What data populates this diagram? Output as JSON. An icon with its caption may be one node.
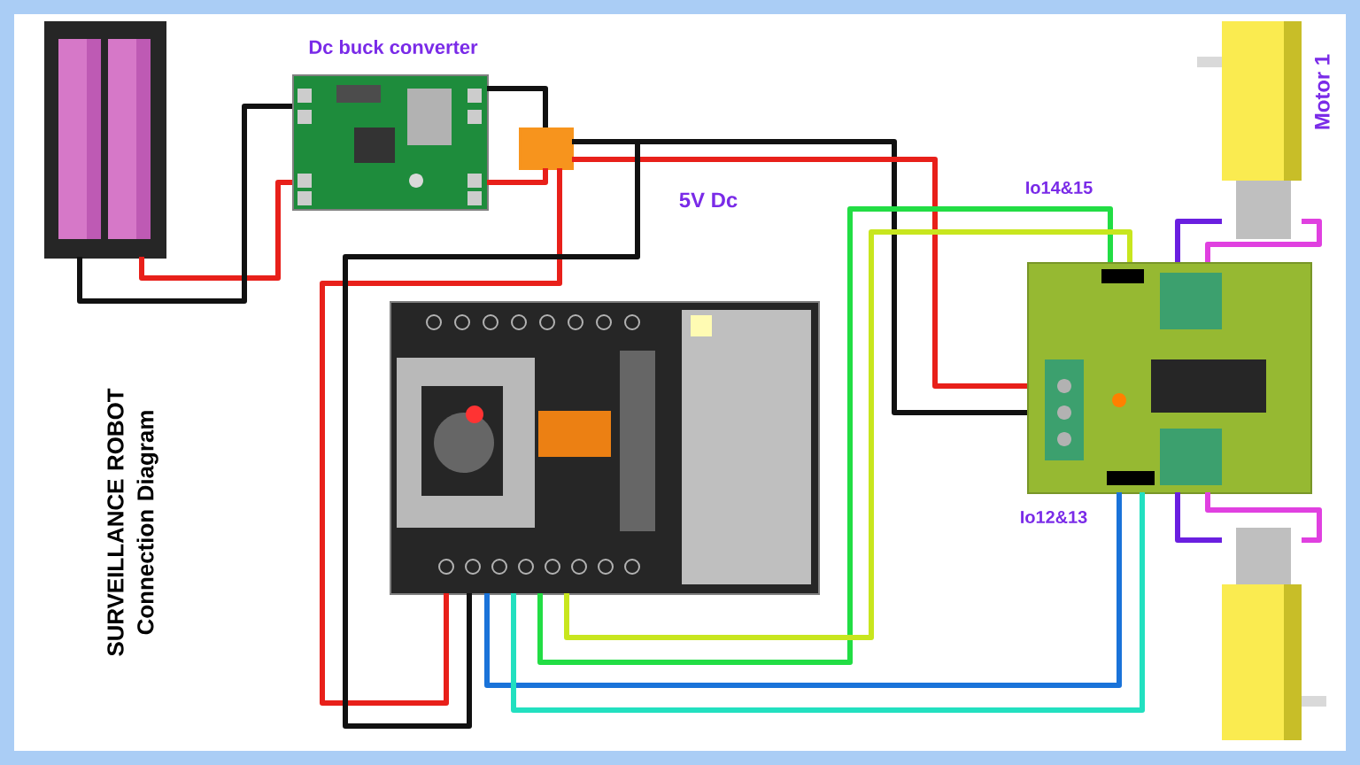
{
  "diagram": {
    "title": "SURVEILLANCE ROBOT Connection Diagram",
    "nodes": [
      {
        "text": [],
        "shape": "picture"
      },
      {
        "text": [
          "Dc buck converter"
        ]
      },
      {
        "text": [],
        "shape": "box"
      },
      {
        "text": [],
        "shape": "picture"
      },
      {
        "text": [],
        "shape": "picture"
      },
      {
        "text": [
          "Motor 1"
        ]
      },
      {
        "text": [],
        "shape": "cylinder"
      }
    ],
    "edges": [
      {
        "from": 0,
        "to": 1,
        "arrow": "none",
        "color": "#e8201a"
      },
      {
        "from": 0,
        "to": 1,
        "arrow": "none",
        "color": "#111111"
      },
      {
        "from": 1,
        "to": 2,
        "arrow": "none",
        "color": "#e8201a"
      },
      {
        "from": 1,
        "to": 2,
        "arrow": "none",
        "color": "#111111"
      },
      {
        "from": 2,
        "to": 4,
        "arrow": "none",
        "color": "#111111"
      },
      {
        "from": 2,
        "to": 4,
        "arrow": "none",
        "color": "#e8201a"
      },
      {
        "from": 2,
        "to": 3,
        "arrow": "none",
        "color": "#e8201a"
      },
      {
        "from": 2,
        "to": 3,
        "arrow": "none",
        "color": "#111111"
      },
      {
        "from": 3,
        "to": 4,
        "arrow": "none",
        "color": "#22dd44"
      },
      {
        "from": 3,
        "to": 4,
        "arrow": "none",
        "color": "#c8e61e"
      },
      {
        "from": 3,
        "to": 4,
        "arrow": "none",
        "color": "#1a73d9"
      },
      {
        "from": 3,
        "to": 4,
        "arrow": "none",
        "color": "#22e0c0"
      },
      {
        "from": 4,
        "to": 5,
        "arrow": "none",
        "color": "#6a1fe0"
      },
      {
        "from": 4,
        "to": 5,
        "arrow": "none",
        "color": "#e040e0"
      },
      {
        "from": 4,
        "to": 6,
        "arrow": "none",
        "color": "#6a1fe0"
      },
      {
        "from": 4,
        "to": 6,
        "arrow": "none",
        "color": "#e040e0"
      }
    ],
    "labels": [
      "5V Dc",
      "Io14&15",
      "Io12&13"
    ]
  }
}
